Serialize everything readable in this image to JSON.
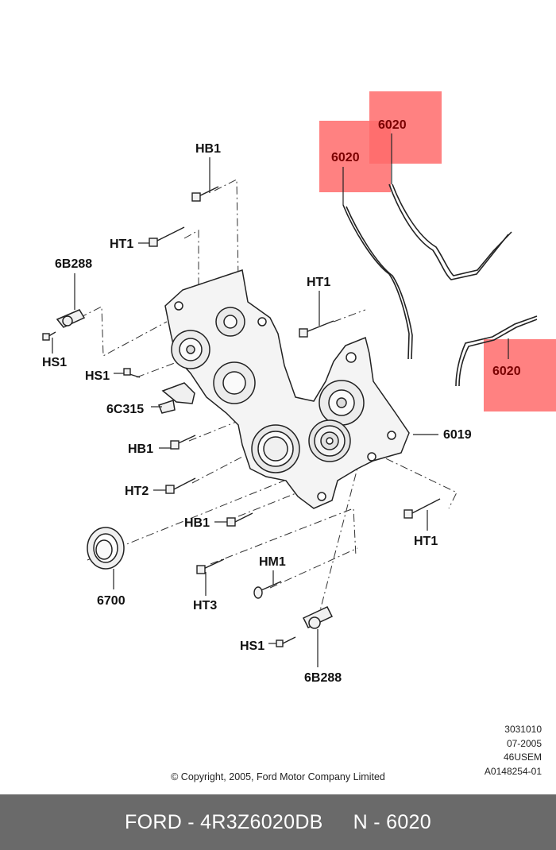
{
  "labels": {
    "hb1_top": "HB1",
    "ht1_left": "HT1",
    "b6288_top": "6B288",
    "hs1_left": "HS1",
    "hs1_mid": "HS1",
    "c6315": "6C315",
    "hb1_mid": "HB1",
    "ht2": "HT2",
    "hb1_low": "HB1",
    "c6700": "6700",
    "ht3": "HT3",
    "hm1": "HM1",
    "hs1_low": "HS1",
    "b6288_low": "6B288",
    "ht1_right_top": "HT1",
    "p6019": "6019",
    "ht1_right_low": "HT1",
    "g6020_a": "6020",
    "g6020_b": "6020",
    "g6020_c": "6020"
  },
  "meta_lines": [
    "3031010",
    "07-2005",
    "46USEM",
    "A0148254-01"
  ],
  "copyright": "© Copyright, 2005, Ford Motor Company Limited",
  "footer": {
    "left": "FORD - 4R3Z6020DB",
    "right": "N - 6020"
  },
  "colors": {
    "highlight": "#ff6b6b",
    "footer_bg": "#6a6a6a"
  }
}
